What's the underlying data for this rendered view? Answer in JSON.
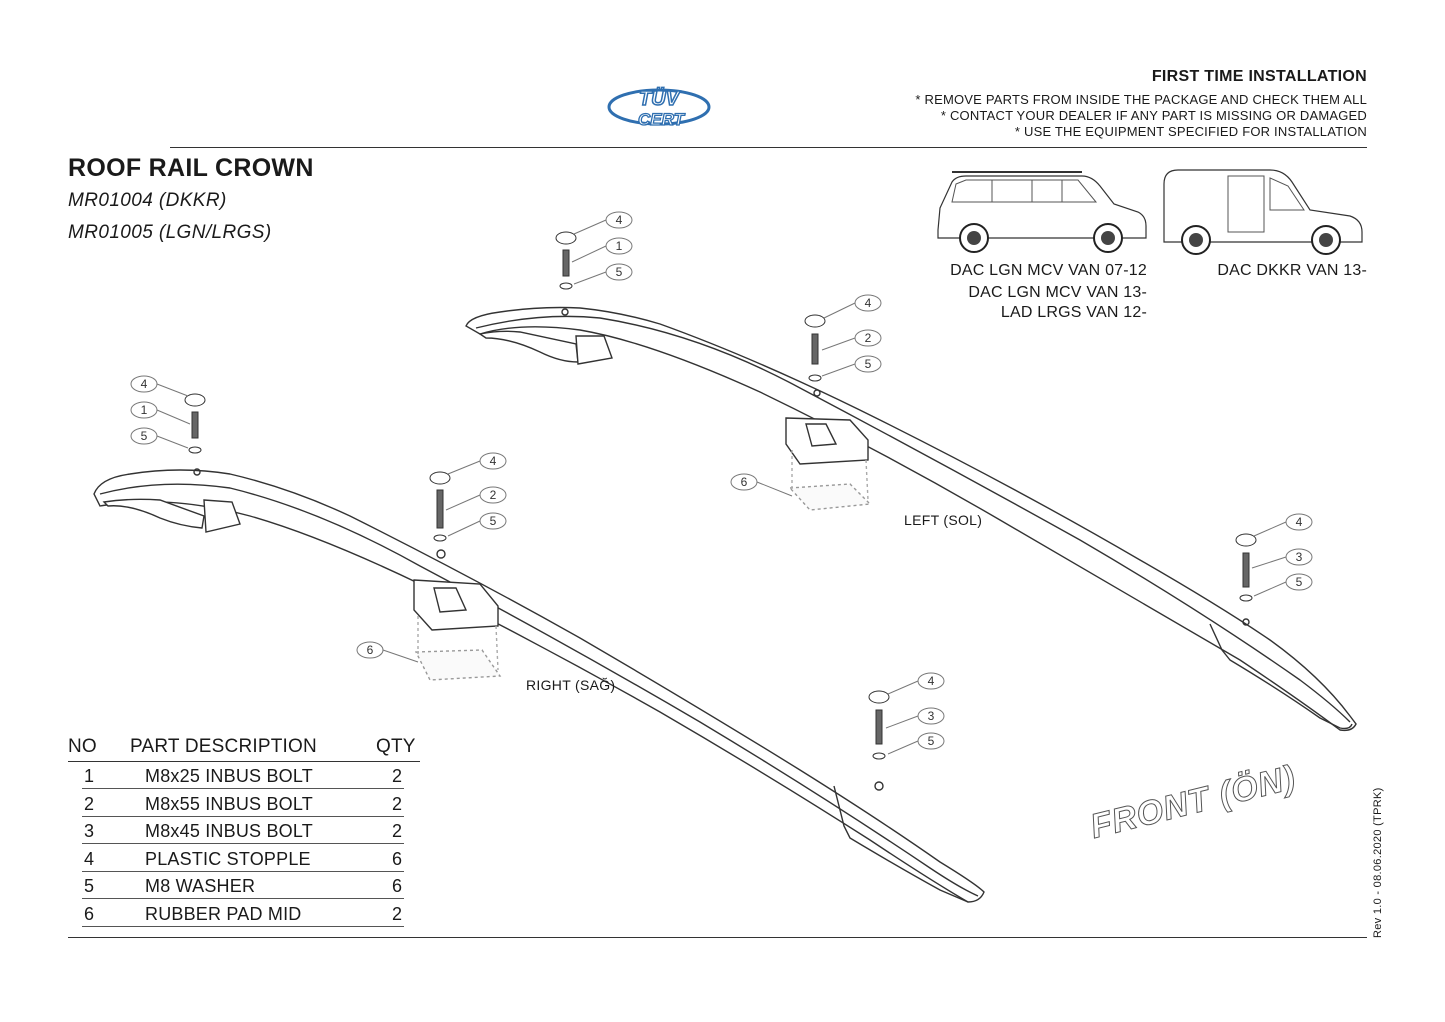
{
  "header": {
    "title": "FIRST TIME INSTALLATION",
    "notes": [
      "* REMOVE PARTS FROM INSIDE THE PACKAGE AND CHECK THEM ALL",
      "* CONTACT YOUR DEALER IF ANY PART IS MISSING OR DAMAGED",
      "* USE THE EQUIPMENT SPECIFIED FOR INSTALLATION"
    ],
    "logo": {
      "line1": "TÜV",
      "line2": "CERT",
      "color": "#2f6fb0"
    }
  },
  "product": {
    "title": "ROOF RAIL CROWN",
    "codes": [
      "MR01004 (DKKR)",
      "MR01005 (LGN/LRGS)"
    ]
  },
  "vehicles": {
    "left_lines": [
      "DAC LGN MCV VAN 07-12",
      "DAC LGN MCV VAN 13-",
      "LAD LRGS VAN 12-"
    ],
    "right_label": "DAC DKKR VAN 13-"
  },
  "labels": {
    "left": "LEFT (SOL)",
    "right": "RIGHT (SAĞ)",
    "front": "FRONT (ÖN)"
  },
  "callouts": {
    "left_rail_front": [
      "4",
      "1",
      "5"
    ],
    "left_rail_mid": [
      "4",
      "2",
      "5"
    ],
    "left_rail_rear": [
      "4",
      "3",
      "5"
    ],
    "left_pad": "6",
    "right_rail_front": [
      "4",
      "1",
      "5"
    ],
    "right_rail_mid": [
      "4",
      "2",
      "5"
    ],
    "right_rail_rear": [
      "4",
      "3",
      "5"
    ],
    "right_pad": "6"
  },
  "parts_table": {
    "headers": {
      "no": "NO",
      "desc": "PART DESCRIPTION",
      "qty": "QTY"
    },
    "rows": [
      {
        "no": "1",
        "desc": "M8x25 INBUS BOLT",
        "qty": "2"
      },
      {
        "no": "2",
        "desc": "M8x55 INBUS BOLT",
        "qty": "2"
      },
      {
        "no": "3",
        "desc": "M8x45 INBUS BOLT",
        "qty": "2"
      },
      {
        "no": "4",
        "desc": "PLASTIC STOPPLE",
        "qty": "6"
      },
      {
        "no": "5",
        "desc": "M8 WASHER",
        "qty": "6"
      },
      {
        "no": "6",
        "desc": "RUBBER PAD MID",
        "qty": "2"
      }
    ]
  },
  "revision": "Rev 1.0 - 08.06.2020 (TPRK)"
}
